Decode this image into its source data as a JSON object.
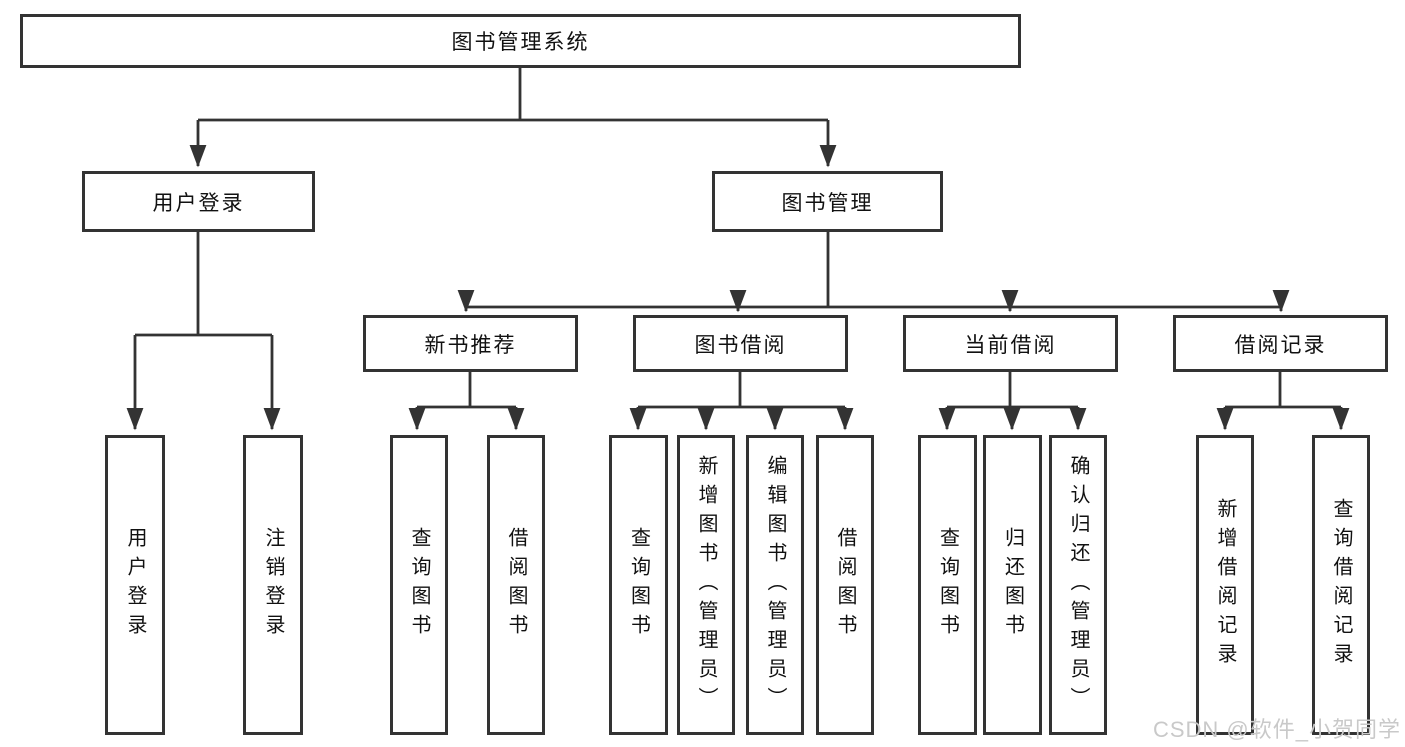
{
  "tree": {
    "label": "图书管理系统",
    "children": [
      {
        "label": "用户登录",
        "children": [
          {
            "label": "用户登录"
          },
          {
            "label": "注销登录"
          }
        ]
      },
      {
        "label": "图书管理",
        "children": [
          {
            "label": "新书推荐",
            "children": [
              {
                "label": "查询图书"
              },
              {
                "label": "借阅图书"
              }
            ]
          },
          {
            "label": "图书借阅",
            "children": [
              {
                "label": "查询图书"
              },
              {
                "label": "新增图书（管理员）"
              },
              {
                "label": "编辑图书（管理员）"
              },
              {
                "label": "借阅图书"
              }
            ]
          },
          {
            "label": "当前借阅",
            "children": [
              {
                "label": "查询图书"
              },
              {
                "label": "归还图书"
              },
              {
                "label": "确认归还（管理员）"
              }
            ]
          },
          {
            "label": "借阅记录",
            "children": [
              {
                "label": "新增借阅记录"
              },
              {
                "label": "查询借阅记录"
              }
            ]
          }
        ]
      }
    ]
  },
  "watermark": {
    "text": "CSDN @软件_小贺同学"
  },
  "colors": {
    "border": "#333333",
    "text": "#111111",
    "watermark": "#c9c9c9",
    "background": "#ffffff"
  }
}
